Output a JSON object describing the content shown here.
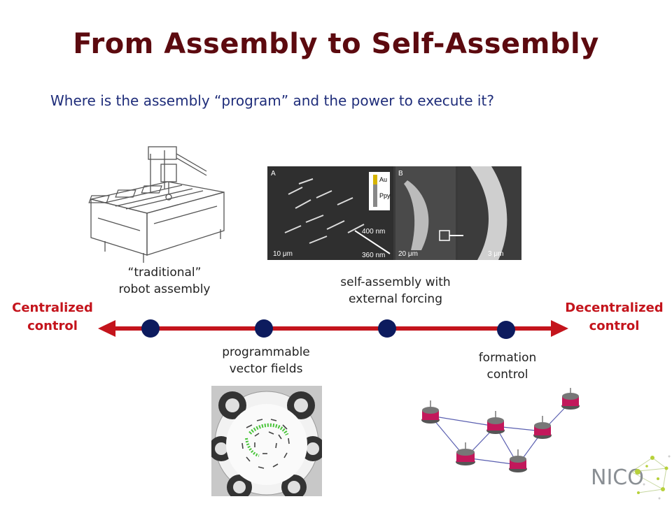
{
  "slide": {
    "title": "From Assembly to Self-Assembly",
    "subtitle": "Where is the assembly “program” and the power to execute it?"
  },
  "axis": {
    "left_label_line1": "Centralized",
    "left_label_line2": "control",
    "right_label_line1": "Decentralized",
    "right_label_line2": "control",
    "arrow_color": "#c4141c",
    "dot_color": "#0d1b5e"
  },
  "stages": [
    {
      "line1": "“traditional”",
      "line2": "robot assembly"
    },
    {
      "line1": "programmable",
      "line2": "vector fields"
    },
    {
      "line1": "self-assembly with",
      "line2": "external forcing"
    },
    {
      "line1": "formation",
      "line2": "control"
    }
  ],
  "micrograph": {
    "panel_a_letter": "A",
    "panel_b_letter": "B",
    "legend_au": "Au",
    "legend_ppy": "Ppy",
    "scale_10um": "10 μm",
    "scale_400nm": "400 nm",
    "scale_360nm": "360 nm",
    "scale_20um": "20 μm",
    "scale_3um": "3 μm"
  },
  "logo": {
    "text": "NICO",
    "color": "#8a8f94",
    "accent": "#b7d13a"
  }
}
